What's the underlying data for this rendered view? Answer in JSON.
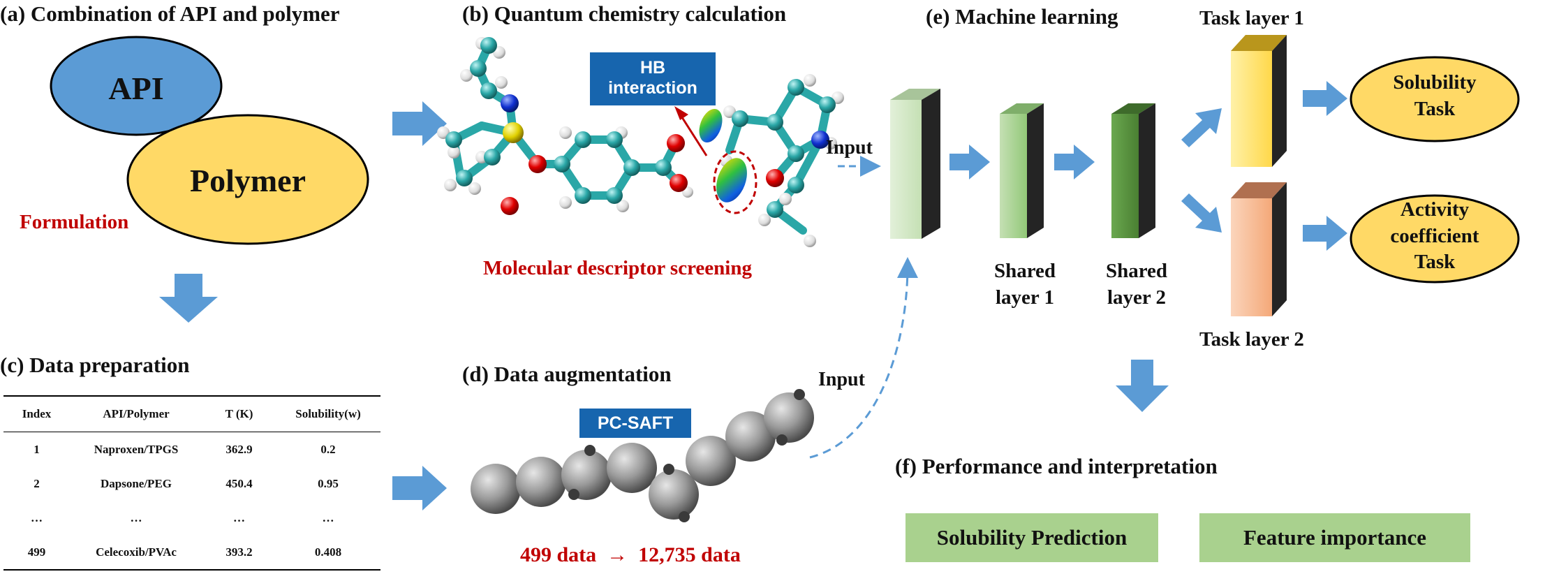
{
  "panel_a": {
    "title": "(a) Combination of API and polymer",
    "api_label": "API",
    "polymer_label": "Polymer",
    "formulation_label": "Formulation"
  },
  "panel_b": {
    "title": "(b) Quantum chemistry calculation",
    "hb_tag_line1": "HB",
    "hb_tag_line2": "interaction",
    "descriptor_label": "Molecular descriptor screening"
  },
  "panel_c": {
    "title": "(c) Data preparation",
    "table": {
      "headers": [
        "Index",
        "API/Polymer",
        "T (K)",
        "Solubility(w)"
      ],
      "rows": [
        [
          "1",
          "Naproxen/TPGS",
          "362.9",
          "0.2"
        ],
        [
          "2",
          "Dapsone/PEG",
          "450.4",
          "0.95"
        ],
        [
          "…",
          "…",
          "…",
          "…"
        ],
        [
          "499",
          "Celecoxib/PVAc",
          "393.2",
          "0.408"
        ]
      ]
    }
  },
  "panel_d": {
    "title": "(d) Data augmentation",
    "pcsaft_tag": "PC-SAFT",
    "augmentation_text": "499 data  →  12,735 data"
  },
  "panel_e": {
    "title": "(e) Machine learning",
    "input_label_top": "Input",
    "input_label_bottom": "Input",
    "shared1_line1": "Shared",
    "shared1_line2": "layer 1",
    "shared2_line1": "Shared",
    "shared2_line2": "layer 2",
    "task_layer1_label": "Task layer 1",
    "task_layer2_label": "Task layer 2",
    "solubility_task_line1": "Solubility",
    "solubility_task_line2": "Task",
    "activity_task_line1": "Activity",
    "activity_task_line2": "coefficient",
    "activity_task_line3": "Task"
  },
  "panel_f": {
    "title": "(f) Performance and interpretation",
    "solubility_prediction": "Solubility Prediction",
    "feature_importance": "Feature importance"
  },
  "colors": {
    "api_blue": "#5b9bd5",
    "polymer_yellow": "#ffd966",
    "arrow_blue": "#5b9bd5",
    "tag_blue": "#1765ae",
    "accent_red": "#c00000",
    "box_green": "#a9d18e",
    "task1_yellow": "#ffe273",
    "task2_orange": "#f8ba91"
  }
}
